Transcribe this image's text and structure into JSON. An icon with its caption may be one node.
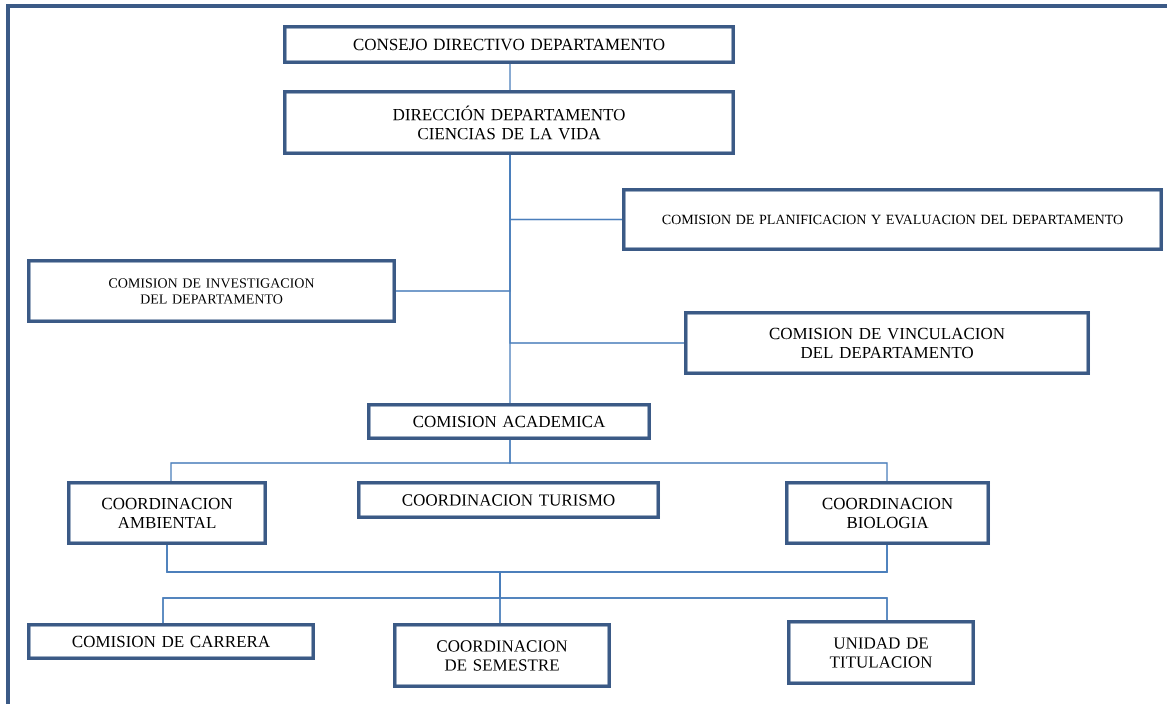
{
  "diagram": {
    "nodes": [
      {
        "text": [
          "CONSEJO DIRECTIVO DEPARTAMENTO"
        ]
      },
      {
        "text": [
          "DIRECCIÓN DEPARTAMENTO CIENCIAS DE LA VIDA"
        ]
      },
      {
        "text": [
          "COMISION DE PLANIFICACION Y EVALUACION DEL DEPARTAMENTO"
        ]
      },
      {
        "text": [
          "COMISION DE INVESTIGACION DEL DEPARTAMENTO"
        ]
      },
      {
        "text": [
          "COMISION DE VINCULACION DEL DEPARTAMENTO"
        ]
      },
      {
        "text": [
          "COMISION ACADEMICA"
        ]
      },
      {
        "text": [
          "COORDINACION AMBIENTAL"
        ]
      },
      {
        "text": [
          "COORDINACION TURISMO"
        ]
      },
      {
        "text": [
          "COORDINACION BIOLOGIA"
        ]
      },
      {
        "text": [
          "COMISION DE CARRERA"
        ]
      },
      {
        "text": [
          "COORDINACION DE SEMESTRE"
        ]
      },
      {
        "text": [
          "UNIDAD DE TITULACION"
        ]
      }
    ],
    "edges": [
      {
        "from": 0,
        "to": 1,
        "arrow": "none"
      },
      {
        "from": 1,
        "to": 2,
        "arrow": "none"
      },
      {
        "from": 1,
        "to": 3,
        "arrow": "none"
      },
      {
        "from": 1,
        "to": 4,
        "arrow": "none"
      },
      {
        "from": 1,
        "to": 5,
        "arrow": "none"
      },
      {
        "from": 5,
        "to": 6,
        "arrow": "none"
      },
      {
        "from": 5,
        "to": 8,
        "arrow": "none"
      },
      {
        "from": 6,
        "to": 9,
        "arrow": "none"
      },
      {
        "from": 6,
        "to": 10,
        "arrow": "none"
      },
      {
        "from": 6,
        "to": 11,
        "arrow": "none"
      },
      {
        "from": 8,
        "to": 9,
        "arrow": "none"
      },
      {
        "from": 8,
        "to": 10,
        "arrow": "none"
      },
      {
        "from": 8,
        "to": 11,
        "arrow": "none"
      }
    ]
  }
}
